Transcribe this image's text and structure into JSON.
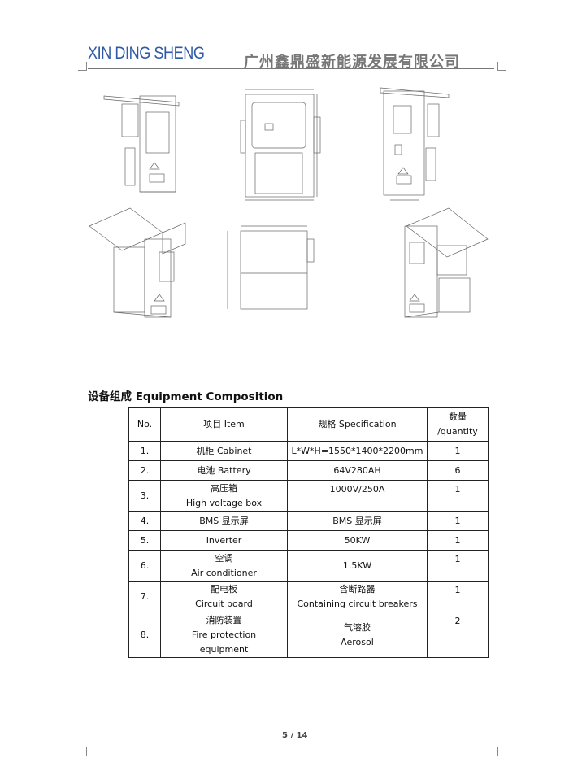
{
  "header": {
    "logo": "XIN DING SHENG",
    "company": "广州鑫鼎盛新能源发展有限公司"
  },
  "section_title": "设备组成 Equipment Composition",
  "table": {
    "headers": [
      "No.",
      "项目 Item",
      "规格 Specification",
      "数量 /quantity"
    ],
    "rows": [
      {
        "no": "1.",
        "item": [
          "机柜 Cabinet"
        ],
        "spec": [
          "L*W*H=1550*1400*2200mm"
        ],
        "qty": "1"
      },
      {
        "no": "2.",
        "item": [
          "电池 Battery"
        ],
        "spec": [
          "64V280AH"
        ],
        "qty": "6"
      },
      {
        "no": "3.",
        "item": [
          "高压箱",
          "High voltage box"
        ],
        "spec": [
          "1000V/250A"
        ],
        "qty": "1"
      },
      {
        "no": "4.",
        "item": [
          "BMS 显示屏"
        ],
        "spec": [
          "BMS 显示屏"
        ],
        "qty": "1"
      },
      {
        "no": "5.",
        "item": [
          "Inverter"
        ],
        "spec": [
          "50KW"
        ],
        "qty": "1"
      },
      {
        "no": "6.",
        "item": [
          "空调",
          "Air conditioner"
        ],
        "spec": [
          "1.5KW"
        ],
        "qty": "1"
      },
      {
        "no": "7.",
        "item": [
          "配电板",
          "Circuit board"
        ],
        "spec": [
          "含断路器",
          "Containing circuit breakers"
        ],
        "qty": "1"
      },
      {
        "no": "8.",
        "item": [
          "消防装置",
          "Fire protection",
          "equipment"
        ],
        "spec": [
          "气溶胶",
          "Aerosol"
        ],
        "qty": "2"
      }
    ]
  },
  "footer": {
    "page": "5 / 14"
  }
}
